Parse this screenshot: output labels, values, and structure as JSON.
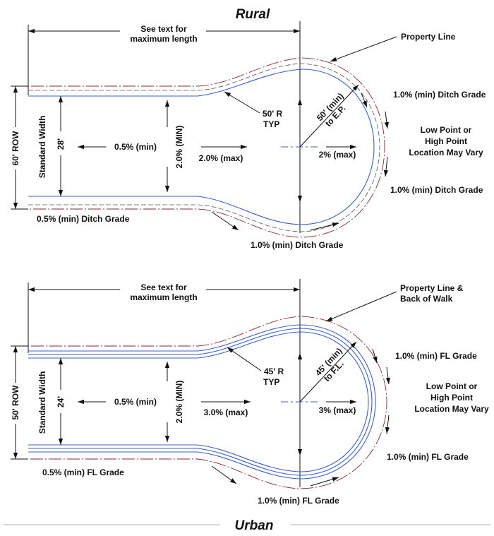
{
  "rural": {
    "title": "Rural",
    "length_note": [
      "See text for",
      "maximum length"
    ],
    "property_line": "Property Line",
    "ditch_grade_1": "1.0% (min) Ditch Grade",
    "low_point": [
      "Low Point or",
      "High Point",
      "Location May Vary"
    ],
    "ditch_grade_2": "1.0% (min) Ditch Grade",
    "radius": [
      "50' R",
      "TYP"
    ],
    "radius_ep": [
      "50' (min)",
      "to E.P."
    ],
    "row": "60' ROW",
    "std_width": "Standard Width",
    "width": "28'",
    "slope_long": "0.5% (min)",
    "cross_slope": "2.0% (MIN)",
    "bulb_slope": "2.0% (max)",
    "bulb_slope_right": "2% (max)",
    "ditch_grade_left": "0.5% (min) Ditch Grade",
    "ditch_grade_bottom": "1.0% (min) Ditch Grade"
  },
  "urban": {
    "title": "Urban",
    "length_note": [
      "See text for",
      "maximum length"
    ],
    "property_line": [
      "Property Line &",
      "Back of Walk"
    ],
    "fl_grade_1": "1.0% (min) FL Grade",
    "low_point": [
      "Low Point or",
      "High Point",
      "Location May Vary"
    ],
    "fl_grade_2": "1.0% (min) FL Grade",
    "radius": [
      "45' R",
      "TYP"
    ],
    "radius_fl": [
      "45' (min)",
      "to F.L."
    ],
    "row": "50' ROW",
    "std_width": "Standard Width",
    "width": "24'",
    "slope_long": "0.5% (min)",
    "cross_slope": "2.0% (MIN)",
    "bulb_slope": "3.0% (max)",
    "bulb_slope_right": "3% (max)",
    "fl_grade_left": "0.5% (min) FL Grade",
    "fl_grade_bottom": "1.0% (min) FL Grade"
  }
}
